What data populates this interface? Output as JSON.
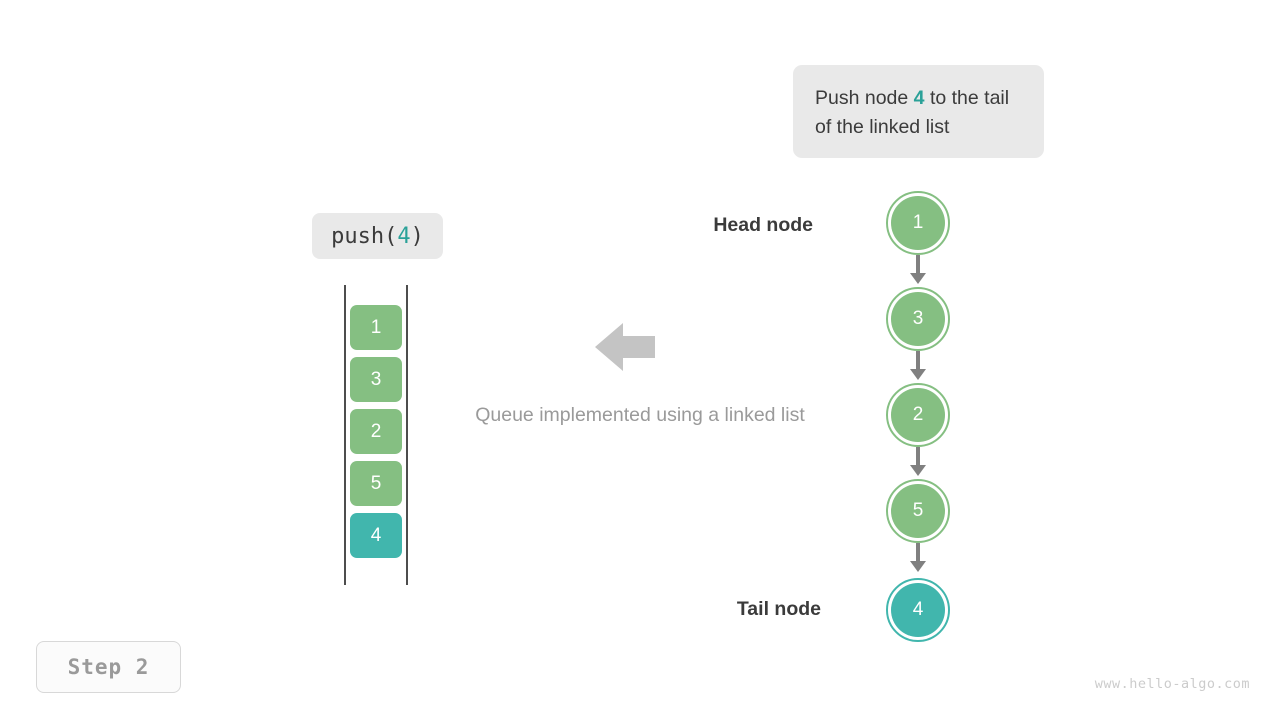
{
  "callout": {
    "text_before": "Push node ",
    "value": "4",
    "text_after": " to the tail of the linked list",
    "bg_color": "#e9e9e9",
    "accent_color": "#2aa198"
  },
  "operation": {
    "prefix": "push(",
    "value": "4",
    "suffix": ")"
  },
  "caption": "Queue implemented using a linked list",
  "arrow": {
    "icon": "arrow-left-icon",
    "color": "#c4c4c4",
    "direction": "left"
  },
  "array_view": {
    "cells": [
      {
        "value": "1",
        "variant": "green"
      },
      {
        "value": "3",
        "variant": "green"
      },
      {
        "value": "2",
        "variant": "green"
      },
      {
        "value": "5",
        "variant": "green"
      },
      {
        "value": "4",
        "variant": "teal"
      }
    ]
  },
  "linked_list": {
    "head_label": "Head node",
    "tail_label": "Tail node",
    "nodes": [
      {
        "value": "1",
        "variant": "green"
      },
      {
        "value": "3",
        "variant": "green"
      },
      {
        "value": "2",
        "variant": "green"
      },
      {
        "value": "5",
        "variant": "green"
      },
      {
        "value": "4",
        "variant": "teal"
      }
    ]
  },
  "step_badge": "Step 2",
  "watermark": "www.hello-algo.com",
  "colors": {
    "green": "#85bf82",
    "teal": "#41b6ad",
    "link_gray": "#808080",
    "text_dark": "#3b3b3b",
    "text_muted": "#9a9a9a"
  }
}
